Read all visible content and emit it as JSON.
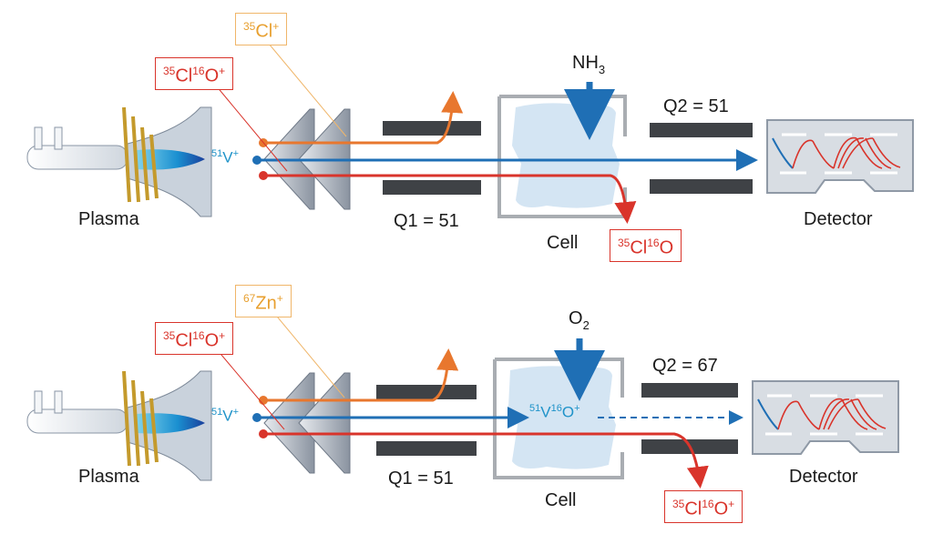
{
  "panels": [
    {
      "reagent": {
        "base": "NH",
        "sub": "3"
      },
      "q1": "Q1 = 51",
      "q2": "Q2 = 51",
      "plasma": "Plasma",
      "cell": "Cell",
      "detector": "Detector",
      "analyte": {
        "mass": "51",
        "sym": "V",
        "charge": "+"
      },
      "orange_ion": {
        "mass": "35",
        "sym": "Cl",
        "charge": "+"
      },
      "red_ion": {
        "mass1": "35",
        "sym1": "Cl",
        "mass2": "16",
        "sym2": "O",
        "charge": "+"
      },
      "product": {
        "mass1": "35",
        "sym1": "Cl",
        "mass2": "16",
        "sym2": "O",
        "charge": ""
      }
    },
    {
      "reagent": {
        "base": "O",
        "sub": "2"
      },
      "q1": "Q1 = 51",
      "q2": "Q2 = 67",
      "plasma": "Plasma",
      "cell": "Cell",
      "detector": "Detector",
      "analyte": {
        "mass": "51",
        "sym": "V",
        "charge": "+"
      },
      "orange_ion": {
        "mass": "67",
        "sym": "Zn",
        "charge": "+"
      },
      "red_ion": {
        "mass1": "35",
        "sym1": "Cl",
        "mass2": "16",
        "sym2": "O",
        "charge": "+"
      },
      "product": {
        "mass1": "35",
        "sym1": "Cl",
        "mass2": "16",
        "sym2": "O",
        "charge": "+"
      },
      "cell_product": {
        "mass1": "51",
        "sym1": "V",
        "mass2": "16",
        "sym2": "O",
        "charge": "+"
      }
    }
  ],
  "colors": {
    "analyte": "#1f6fb5",
    "interferent": "#d9342b",
    "orange": "#e8772e"
  }
}
